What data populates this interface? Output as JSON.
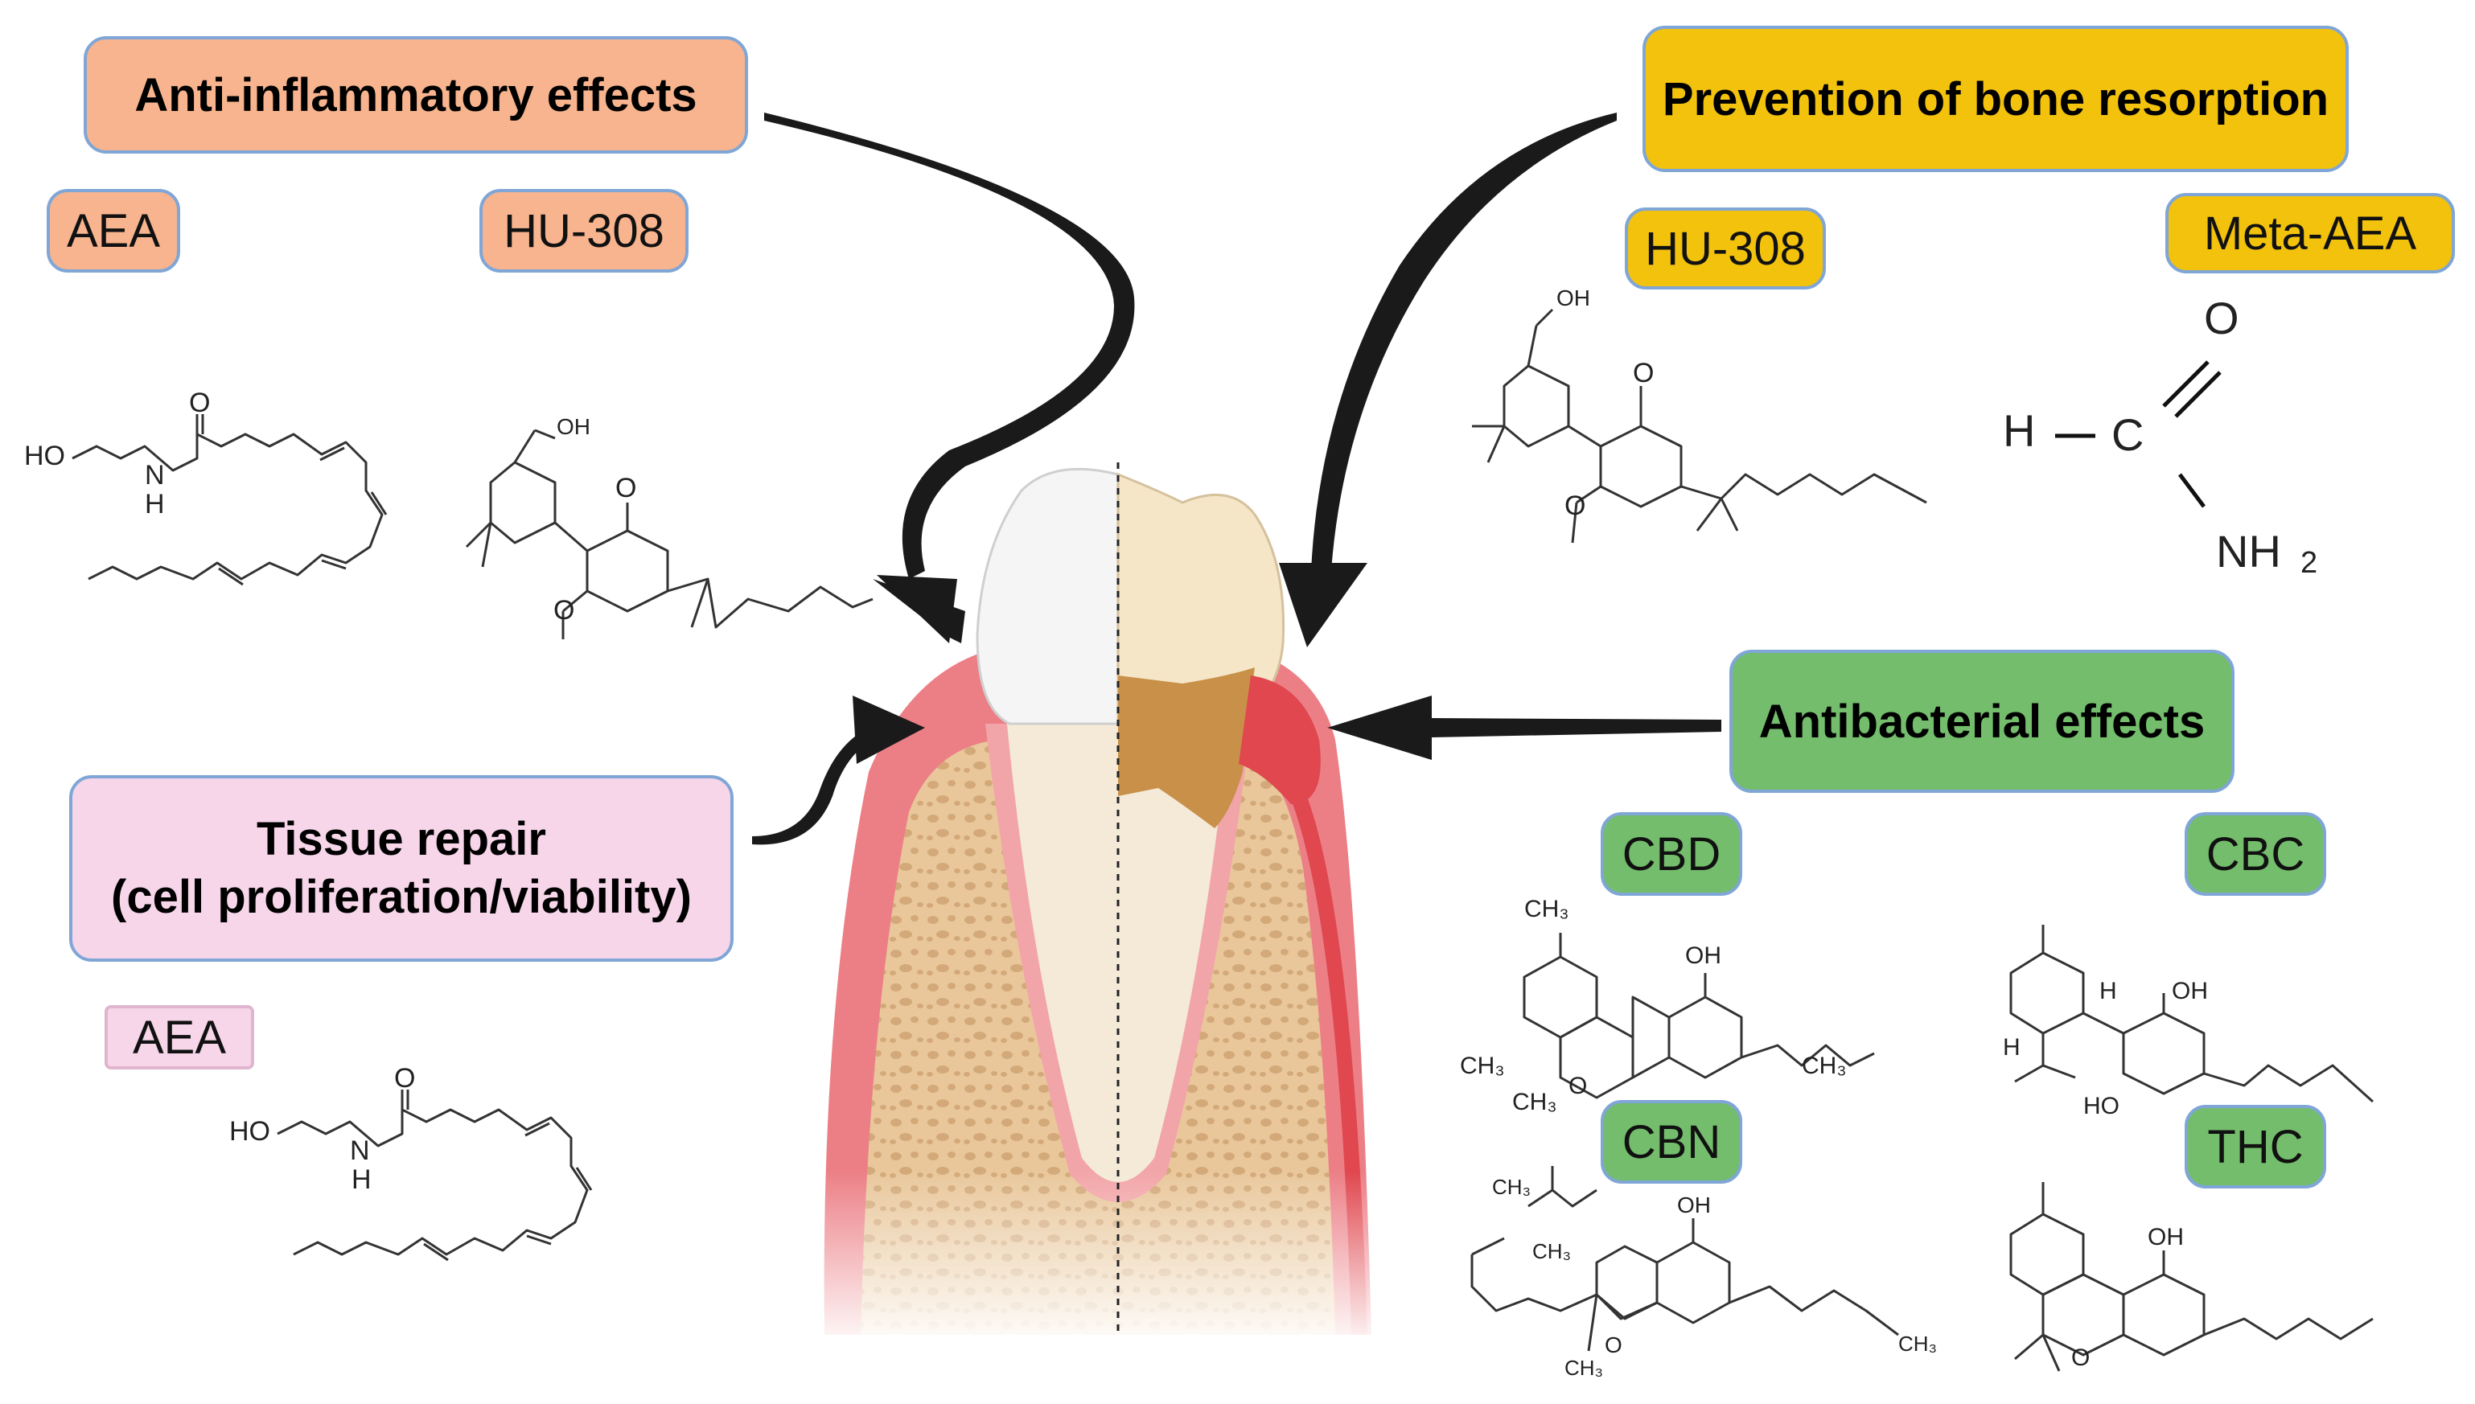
{
  "boxes": {
    "anti_inflammatory": "Anti-inflammatory effects",
    "bone_resorption": "Prevention of bone resorption",
    "antibacterial": "Antibacterial effects",
    "tissue_repair_line1": "Tissue repair",
    "tissue_repair_line2": "(cell proliferation/viability)"
  },
  "compounds": {
    "aea_top": "AEA",
    "hu308_left": "HU-308",
    "hu308_right": "HU-308",
    "meta_aea": "Meta-AEA",
    "aea_bottom": "AEA",
    "cbd": "CBD",
    "cbc": "CBC",
    "cbn": "CBN",
    "thc": "THC"
  },
  "atoms": {
    "ho": "HO",
    "oh": "OH",
    "n": "N",
    "h": "H",
    "o": "O",
    "c": "C",
    "nh": "NH",
    "sub2": "2",
    "ch3": "CH₃"
  },
  "colors": {
    "orange": "#f7b48e",
    "yellow": "#f2c20d",
    "green": "#73bd6c",
    "pink": "#f7d6e9",
    "box_border": "#7fa6d6",
    "gum": "#ec7f86",
    "bone": "#e9c79b"
  }
}
